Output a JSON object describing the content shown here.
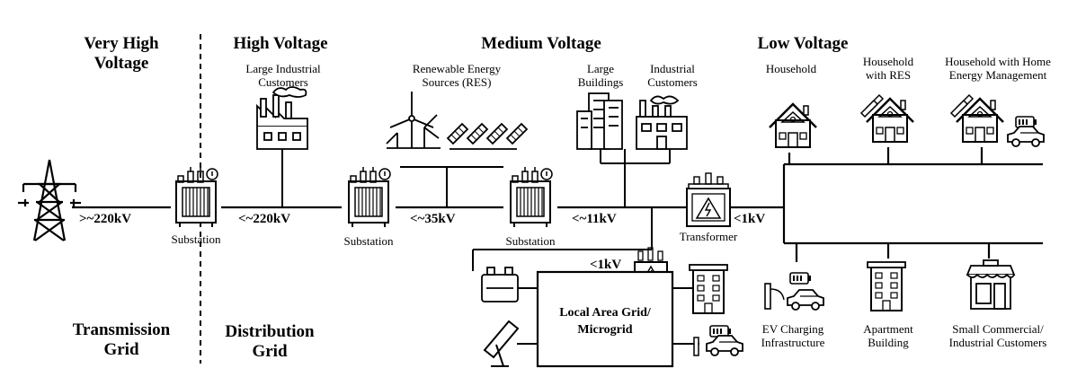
{
  "headings": {
    "very_high": "Very High\nVoltage",
    "high": "High Voltage",
    "medium": "Medium Voltage",
    "low": "Low Voltage"
  },
  "grids": {
    "transmission": "Transmission\nGrid",
    "distribution": "Distribution\nGrid"
  },
  "voltages": {
    "v220_in": ">~220kV",
    "v220_out": "<~220kV",
    "v35": "<~35kV",
    "v11": "<~11kV",
    "v1_transformer": "<1kV",
    "v1_microgrid": "<1kV"
  },
  "components": {
    "substation_1": "Substation",
    "substation_2": "Substation",
    "substation_3": "Substation",
    "transformer": "Transformer",
    "microgrid": "Local Area Grid/\nMicrogrid"
  },
  "consumers": {
    "large_industrial": "Large Industrial\nCustomers",
    "res": "Renewable Energy\nSources (RES)",
    "large_buildings": "Large\nBuildings",
    "industrial_customers": "Industrial\nCustomers",
    "household": "Household",
    "household_res": "Household\nwith RES",
    "household_hem": "Household with Home\nEnergy Management",
    "ev_charging": "EV Charging\nInfrastructure",
    "apartment": "Apartment\nBuilding",
    "small_commercial": "Small Commercial/\nIndustrial Customers"
  }
}
